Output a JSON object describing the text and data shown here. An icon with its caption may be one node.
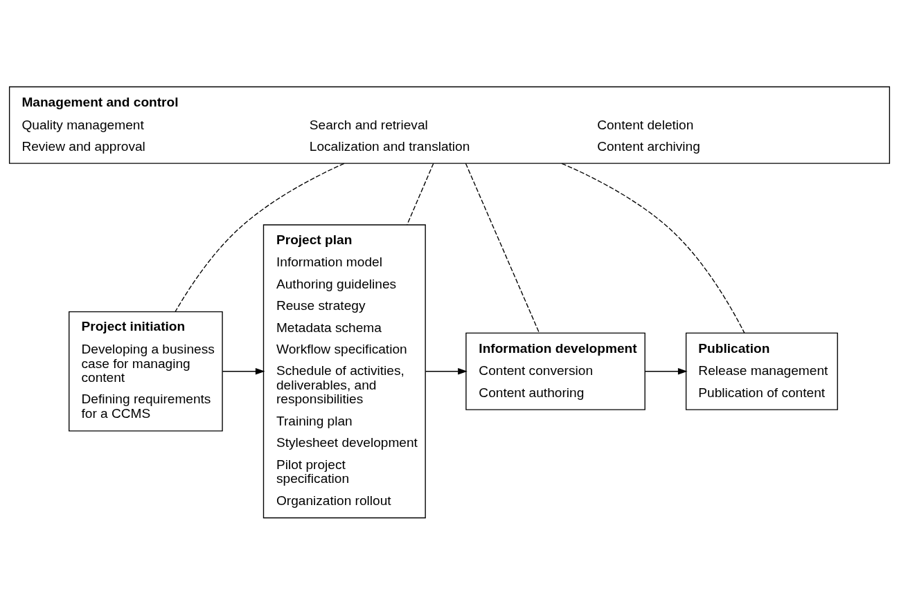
{
  "diagram": {
    "nodes": [
      {
        "text": [
          "Management and control",
          "Quality management",
          "Review and approval",
          "Search and retrieval",
          "Localization and translation",
          "Content deletion",
          "Content archiving"
        ]
      },
      {
        "text": [
          "Project initiation",
          "Developing a business case for managing content",
          "Defining requirements for a CCMS"
        ]
      },
      {
        "text": [
          "Project plan",
          "Information model",
          "Authoring guidelines",
          "Reuse strategy",
          "Metadata schema",
          "Workflow specification",
          "Schedule of activities, deliverables, and responsibilities",
          "Training plan",
          "Stylesheet development",
          "Pilot project specification",
          "Organization rollout"
        ]
      },
      {
        "text": [
          "Information development",
          "Content conversion",
          "Content authoring"
        ]
      },
      {
        "text": [
          "Publication",
          "Release management",
          "Publication of content"
        ]
      }
    ],
    "edges": [
      {
        "from": 1,
        "to": 2,
        "arrow": "to"
      },
      {
        "from": 2,
        "to": 3,
        "arrow": "to"
      },
      {
        "from": 3,
        "to": 4,
        "arrow": "to"
      },
      {
        "from": 0,
        "to": 1,
        "arrow": "none",
        "style": "dashed"
      },
      {
        "from": 0,
        "to": 2,
        "arrow": "none",
        "style": "dashed"
      },
      {
        "from": 0,
        "to": 3,
        "arrow": "none",
        "style": "dashed"
      },
      {
        "from": 0,
        "to": 4,
        "arrow": "none",
        "style": "dashed"
      }
    ]
  }
}
